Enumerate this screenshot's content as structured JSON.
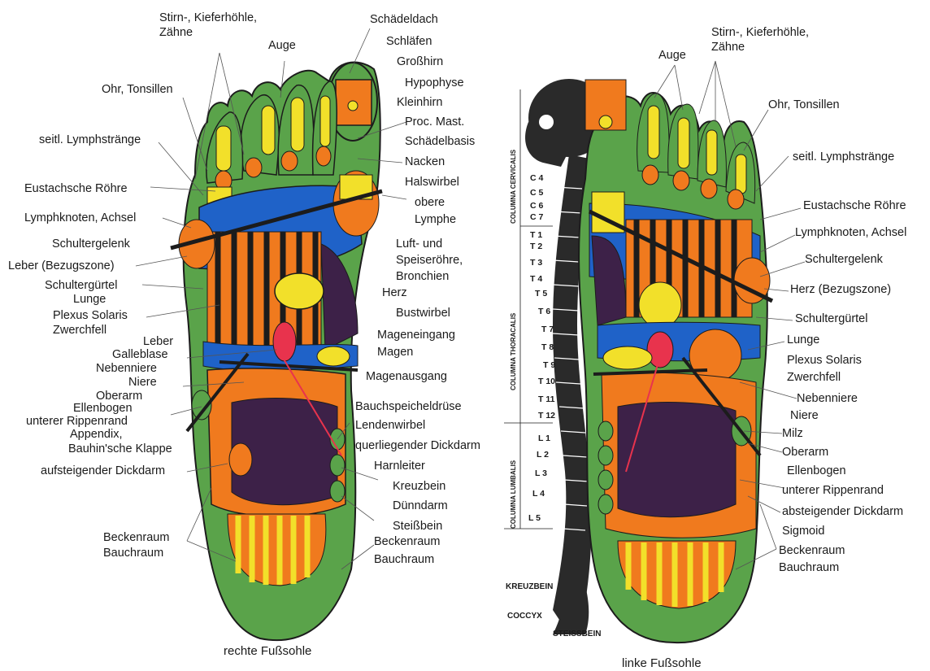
{
  "colors": {
    "green": "#5aa34a",
    "green_dark": "#2f6b2a",
    "orange": "#f07a1e",
    "yellow": "#f2e02a",
    "blue": "#1f62c8",
    "purple": "#3d2148",
    "red": "#e8334d",
    "outline": "#1c1c1c"
  },
  "right_foot": {
    "caption": "rechte Fußsohle",
    "labels_left": [
      "Stirn-, Kieferhöhle,",
      "Zähne",
      "Auge",
      "Ohr, Tonsillen",
      "seitl. Lymphstränge",
      "Eustachsche Röhre",
      "Lymphknoten, Achsel",
      "Schultergelenk",
      "Leber (Bezugszone)",
      "Schultergürtel",
      "Lunge",
      "Plexus Solaris",
      "Zwerchfell",
      "Leber",
      "Galleblase",
      "Nebenniere",
      "Niere",
      "Oberarm",
      "Ellenbogen",
      "unterer Rippenrand",
      "Appendix,",
      "Bauhin'sche Klappe",
      "aufsteigender Dickdarm",
      "Beckenraum",
      "Bauchraum"
    ],
    "labels_right": [
      "Schädeldach",
      "Schläfen",
      "Großhirn",
      "Hypophyse",
      "Kleinhirn",
      "Proc. Mast.",
      "Schädelbasis",
      "Nacken",
      "Halswirbel",
      "obere",
      "Lymphe",
      "Luft- und",
      "Speiseröhre,",
      "Bronchien",
      "Herz",
      "Bustwirbel",
      "Mageneingang",
      "Magen",
      "Magenausgang",
      "Bauchspeicheldrüse",
      "Lendenwirbel",
      "querliegender Dickdarm",
      "Harnleiter",
      "Kreuzbein",
      "Dünndarm",
      "Steißbein",
      "Beckenraum",
      "Bauchraum"
    ]
  },
  "spine": {
    "regions": [
      "COLUMNA CERVICALIS",
      "COLUMNA THORACALIS",
      "COLUMNA LUMBALIS"
    ],
    "vertebrae": [
      "C 4",
      "C 5",
      "C 6",
      "C 7",
      "T 1",
      "T 2",
      "T 3",
      "T 4",
      "T 5",
      "T 6",
      "T 7",
      "T 8",
      "T 9",
      "T 10",
      "T 11",
      "T 12",
      "L 1",
      "L 2",
      "L 3",
      "L 4",
      "L 5"
    ],
    "bottom": [
      "KREUZBEIN",
      "COCCYX",
      "STEISSBEIN"
    ]
  },
  "left_foot": {
    "caption": "linke Fußsohle",
    "labels_right": [
      "Auge",
      "Stirn-, Kieferhöhle,",
      "Zähne",
      "Ohr, Tonsillen",
      "seitl. Lymphstränge",
      "Eustachsche Röhre",
      "Lymphknoten, Achsel",
      "Schultergelenk",
      "Herz (Bezugszone)",
      "Schultergürtel",
      "Lunge",
      "Plexus Solaris",
      "Zwerchfell",
      "Nebenniere",
      "Niere",
      "Milz",
      "Oberarm",
      "Ellenbogen",
      "unterer Rippenrand",
      "absteigender Dickdarm",
      "Sigmoid",
      "Beckenraum",
      "Bauchraum"
    ]
  }
}
